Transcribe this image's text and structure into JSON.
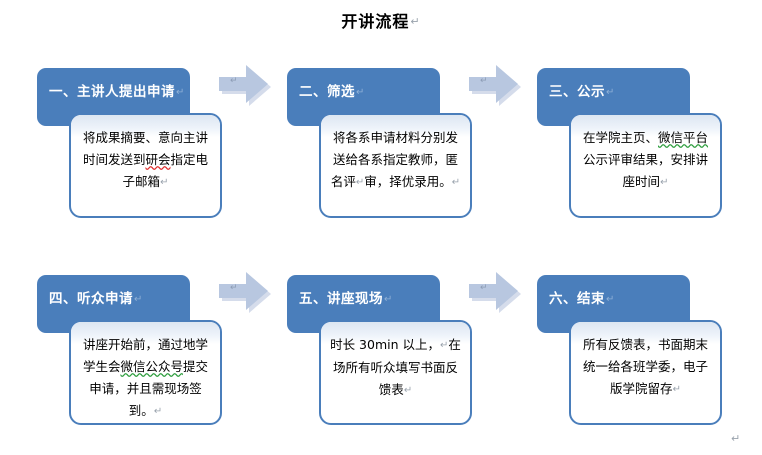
{
  "document": {
    "title": "开讲流程",
    "title_pilcrow": "↵",
    "trailing_pilcrow": "↵"
  },
  "theme": {
    "header_fill": "#4a7ebb",
    "body_border": "#4a7ebb",
    "body_fill": "#ffffff",
    "body_top_gradient": "#dce6f2",
    "arrow_fill": "#b8c7e0",
    "arrow_shadow": "#d5dceb",
    "title_color": "#000000",
    "header_text_color": "#ffffff",
    "spellcheck_red": "#e03030",
    "grammar_green": "#2f9e3f",
    "pilcrow_color": "#9aa3ad"
  },
  "flow": {
    "arrow_icon_name": "right-arrow-icon",
    "arrow_pilcrow": "↵",
    "steps": [
      {
        "id": "step-1",
        "header": "一、主讲人提出申请",
        "header_pilcrow": "↵",
        "body_parts": [
          {
            "text": "将成果摘要、意向主讲时间发送到",
            "mark": "none"
          },
          {
            "text": "研会",
            "mark": "red"
          },
          {
            "text": "指定电子邮箱",
            "mark": "none"
          }
        ],
        "body_pilcrow": "↵",
        "has_arrow_after": true
      },
      {
        "id": "step-2",
        "header": "二、筛选",
        "header_pilcrow": "↵",
        "body_parts": [
          {
            "text": "将各系申请材料分别发送给各系指定教师，匿名评",
            "mark": "none"
          },
          {
            "text": "↵",
            "mark": "pilcrow"
          },
          {
            "text": "审，择优录用。",
            "mark": "none"
          }
        ],
        "body_pilcrow": "↵",
        "has_arrow_after": true
      },
      {
        "id": "step-3",
        "header": "三、公示",
        "header_pilcrow": "↵",
        "body_parts": [
          {
            "text": "在学院主页、",
            "mark": "none"
          },
          {
            "text": "微信平台",
            "mark": "green"
          },
          {
            "text": "公示评审结果，安排讲座时间",
            "mark": "none"
          }
        ],
        "body_pilcrow": "↵",
        "has_arrow_after": false
      },
      {
        "id": "step-4",
        "header": "四、听众申请",
        "header_pilcrow": "↵",
        "body_parts": [
          {
            "text": "讲座开始前，通过地学学生会",
            "mark": "none"
          },
          {
            "text": "微信公众号",
            "mark": "green"
          },
          {
            "text": "提交申请，并且需现场签到。",
            "mark": "none"
          }
        ],
        "body_pilcrow": "↵",
        "has_arrow_after": true
      },
      {
        "id": "step-5",
        "header": "五、讲座现场",
        "header_pilcrow": "↵",
        "body_parts": [
          {
            "text": "时长 30min 以上，",
            "mark": "none"
          },
          {
            "text": "↵",
            "mark": "pilcrow"
          },
          {
            "text": "在场所有听众填写书面反馈表",
            "mark": "none"
          }
        ],
        "body_pilcrow": "↵",
        "has_arrow_after": true
      },
      {
        "id": "step-6",
        "header": "六、结束",
        "header_pilcrow": "↵",
        "body_parts": [
          {
            "text": "所有反馈表，书面期末统一给各班学委，电子版学院留存",
            "mark": "none"
          }
        ],
        "body_pilcrow": "↵",
        "has_arrow_after": false
      }
    ]
  }
}
